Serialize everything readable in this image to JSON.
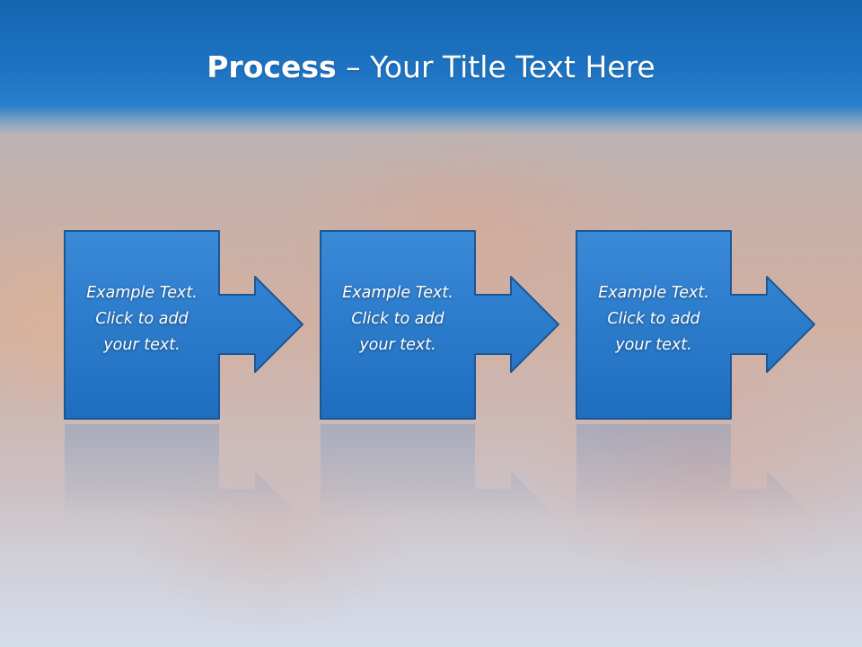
{
  "slide": {
    "title_bold": "Process",
    "title_rest": " – Your Title Text Here",
    "steps": [
      {
        "lines": [
          "Example Text.",
          "Click  to add",
          "your text."
        ]
      },
      {
        "lines": [
          "Example Text.",
          "Click  to add",
          "your text."
        ]
      },
      {
        "lines": [
          "Example Text.",
          "Click  to add",
          "your text."
        ]
      }
    ]
  },
  "colors": {
    "title_bar": "#1d73c2",
    "box_fill": "#2a7ccf",
    "box_border": "#1a5796",
    "text": "#ffffff"
  }
}
